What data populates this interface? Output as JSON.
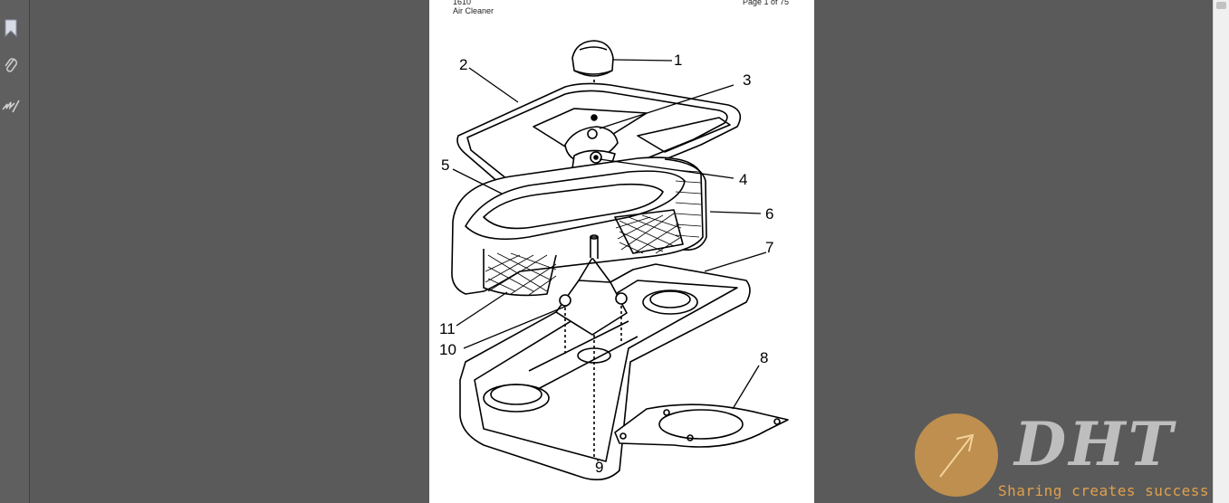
{
  "sidebar": {
    "tools": [
      {
        "icon": "bookmark-icon"
      },
      {
        "icon": "paperclip-icon"
      },
      {
        "icon": "signature-icon"
      }
    ]
  },
  "document": {
    "header": {
      "code": "1610",
      "title": "Air Cleaner",
      "page_indicator": "Page 1 of 75"
    },
    "figure": {
      "callouts": [
        "1",
        "2",
        "3",
        "4",
        "5",
        "6",
        "7",
        "8",
        "9",
        "10",
        "11"
      ]
    }
  },
  "watermark": {
    "logo_text": "DHT",
    "tagline": "Sharing creates success",
    "accent_color": "#e0a14b"
  },
  "colors": {
    "background": "#5a5a5a",
    "page": "#ffffff",
    "scrollbar": "#f0f0f0"
  }
}
